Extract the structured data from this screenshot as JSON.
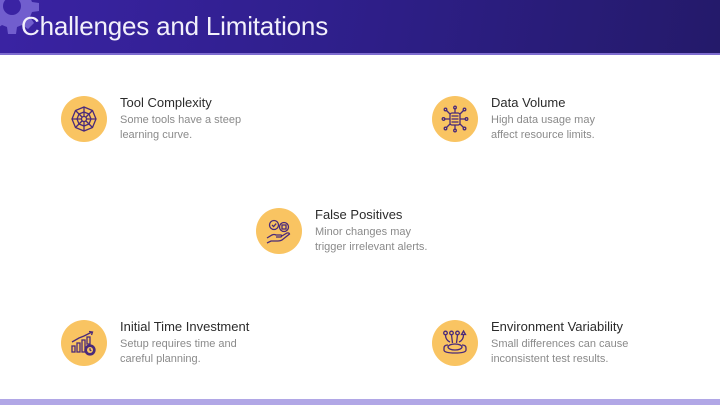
{
  "slide": {
    "title": "Challenges and Limitations",
    "colors": {
      "header_start": "#3a23a3",
      "header_end": "#241a6a",
      "icon_bg": "#f9c462",
      "icon_stroke": "#4a2a7a",
      "footer_bar": "#b1a7e6"
    },
    "items": [
      {
        "title": "Tool Complexity",
        "description": "Some tools have a steep\nlearning curve.",
        "icon": "network-polygon-icon"
      },
      {
        "title": "Data Volume",
        "description": "High data usage may\naffect resource limits.",
        "icon": "database-hub-icon"
      },
      {
        "title": "False Positives",
        "description": "Minor changes may\ntrigger irrelevant alerts.",
        "icon": "hand-checkmark-icon"
      },
      {
        "title": "Initial Time Investment",
        "description": "Setup requires time and\ncareful planning.",
        "icon": "growth-chart-clock-icon"
      },
      {
        "title": "Environment Variability",
        "description": "Small differences can cause\ninconsistent test results.",
        "icon": "environment-platform-icon"
      }
    ]
  }
}
